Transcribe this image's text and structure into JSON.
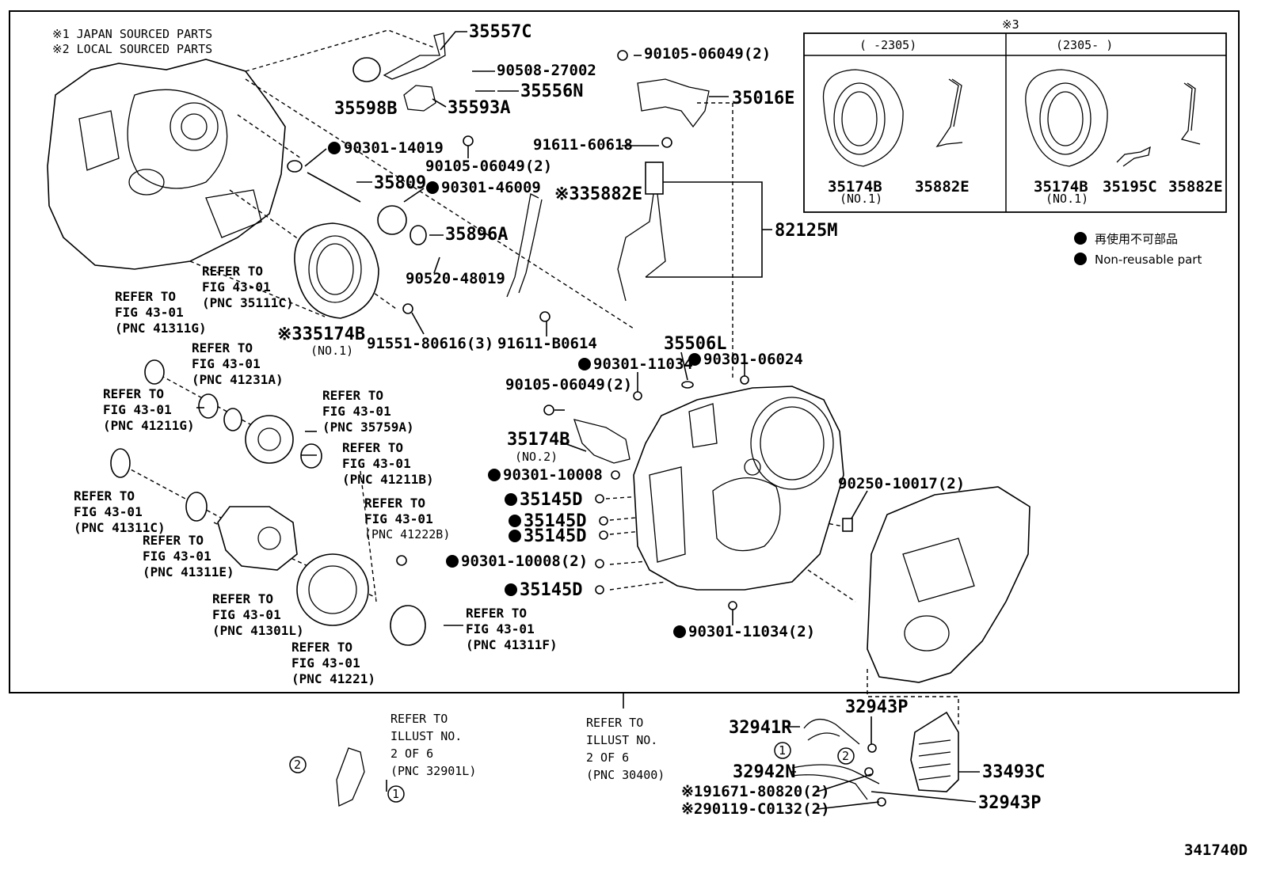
{
  "notes": {
    "japan_sourced": "※1  JAPAN SOURCED PARTS",
    "local_sourced": "※2  LOCAL SOURCED PARTS",
    "non_reusable_jp": "再使用不可部品",
    "non_reusable_en": "Non-reusable part"
  },
  "inset": {
    "mark": "※3",
    "left_header": "(      -2305)",
    "right_header": "(2305-      )",
    "left_parts": [
      "35174B",
      "35882E"
    ],
    "left_sub": "(NO.1)",
    "right_parts": [
      "35174B",
      "35195C",
      "35882E"
    ],
    "right_sub": "(NO.1)"
  },
  "labels": {
    "p35557C": "35557C",
    "p90508": "90508-27002",
    "p35556N": "35556N",
    "p35598B": "35598B",
    "p35593A": "35593A",
    "p90301_14019": "90301-14019",
    "p90105_a": "90105-06049(2)",
    "p35809": "35809",
    "p90301_46009": "90301-46009",
    "p35896A": "35896A",
    "p90520": "90520-48019",
    "p35882E": "※335882E",
    "p90105_b": "90105-06049(2)",
    "p35016E": "35016E",
    "p91611_60618": "91611-60618",
    "p82125M": "82125M",
    "p35174B_main": "※335174B",
    "p35174B_no1": "(NO.1)",
    "p91551": "91551-80616(3)",
    "p91611_B0614": "91611-B0614",
    "p35506L": "35506L",
    "p90301_11034": "90301-11034",
    "p90301_06024": "90301-06024",
    "p90105_c": "90105-06049(2)",
    "p35174B_2": "35174B",
    "p35174B_no2": "(NO.2)",
    "p90301_10008": "90301-10008",
    "p35145D_1": "35145D",
    "p35145D_2": "35145D",
    "p35145D_3": "35145D",
    "p90301_10008_2": "90301-10008(2)",
    "p35145D_4": "35145D",
    "p90250": "90250-10017(2)",
    "p90301_11034_2": "90301-11034(2)",
    "p32943P_top": "32943P",
    "p32941R": "32941R",
    "p32942N": "32942N",
    "p33493C": "33493C",
    "p32943P_bot": "32943P",
    "p91671": "※191671-80820(2)",
    "p90119": "※290119-C0132(2)",
    "diagram_id": "341740D"
  },
  "refs": {
    "r35111C": [
      "REFER TO",
      "FIG 43-01",
      "(PNC 35111C)"
    ],
    "r41311G": [
      "REFER TO",
      "FIG 43-01",
      "(PNC 41311G)"
    ],
    "r41231A": [
      "REFER TO",
      "FIG 43-01",
      "(PNC 41231A)"
    ],
    "r41211G": [
      "REFER TO",
      "FIG 43-01",
      "(PNC 41211G)"
    ],
    "r35759A": [
      "REFER TO",
      "FIG 43-01",
      "(PNC 35759A)"
    ],
    "r41211B": [
      "REFER TO",
      "FIG 43-01",
      "(PNC 41211B)"
    ],
    "r41311C": [
      "REFER TO",
      "FIG 43-01",
      "(PNC 41311C)"
    ],
    "r41311E": [
      "REFER TO",
      "FIG 43-01",
      "(PNC 41311E)"
    ],
    "r41222B": [
      "REFER TO",
      "FIG 43-01",
      "(PNC 41222B)"
    ],
    "r41301L": [
      "REFER TO",
      "FIG 43-01",
      "(PNC 41301L)"
    ],
    "r41221": [
      "REFER TO",
      "FIG 43-01",
      "(PNC 41221)"
    ],
    "r41311F": [
      "REFER TO",
      "FIG 43-01",
      "(PNC 41311F)"
    ],
    "r32901L": [
      "REFER TO",
      "ILLUST NO.",
      "2 OF 6",
      "(PNC 32901L)"
    ],
    "r30400": [
      "REFER TO",
      "ILLUST NO.",
      "2 OF 6",
      "(PNC 30400)"
    ]
  },
  "callouts": {
    "one": "1",
    "two": "2"
  }
}
